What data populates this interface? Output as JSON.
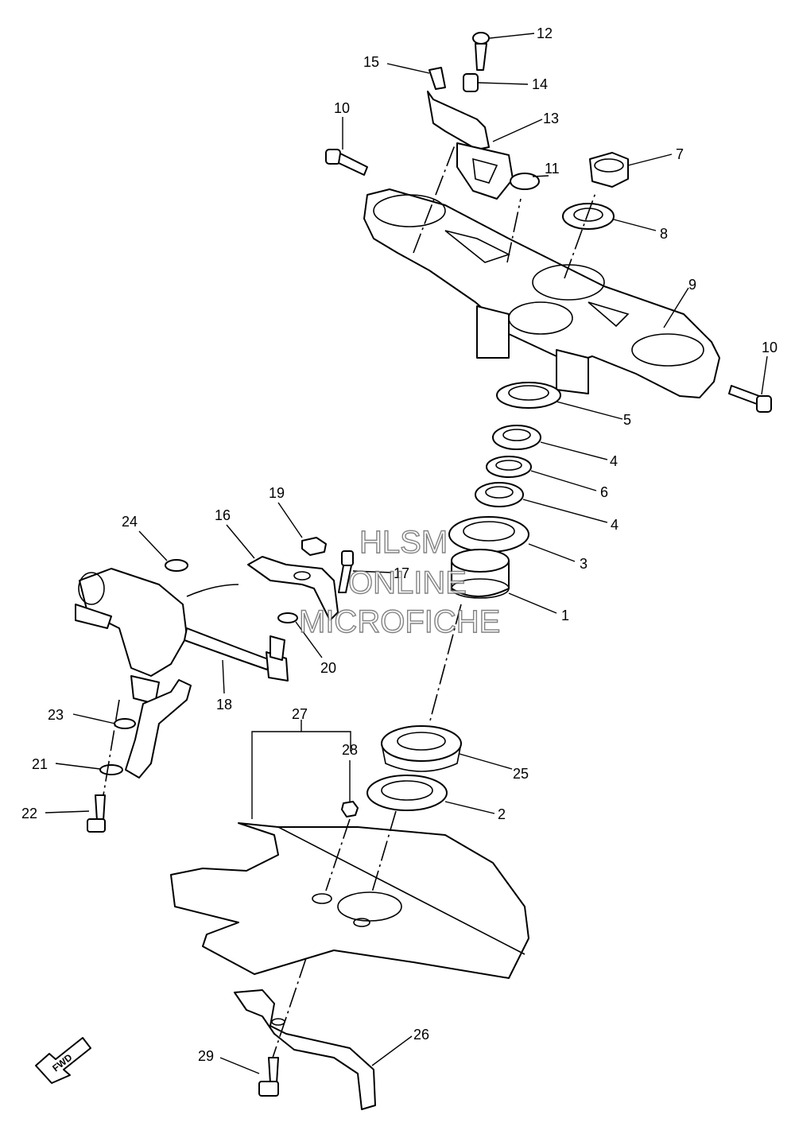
{
  "callouts": [
    "12",
    "15",
    "14",
    "10",
    "13",
    "11",
    "7",
    "8",
    "9",
    "10",
    "5",
    "4",
    "6",
    "4",
    "3",
    "19",
    "16",
    "24",
    "17",
    "1",
    "20",
    "18",
    "23",
    "27",
    "28",
    "25",
    "21",
    "2",
    "22",
    "26",
    "29"
  ],
  "watermark": [
    "HLSM",
    "ONLINE",
    "MICROFICHE"
  ],
  "fwd_label": "FWD"
}
